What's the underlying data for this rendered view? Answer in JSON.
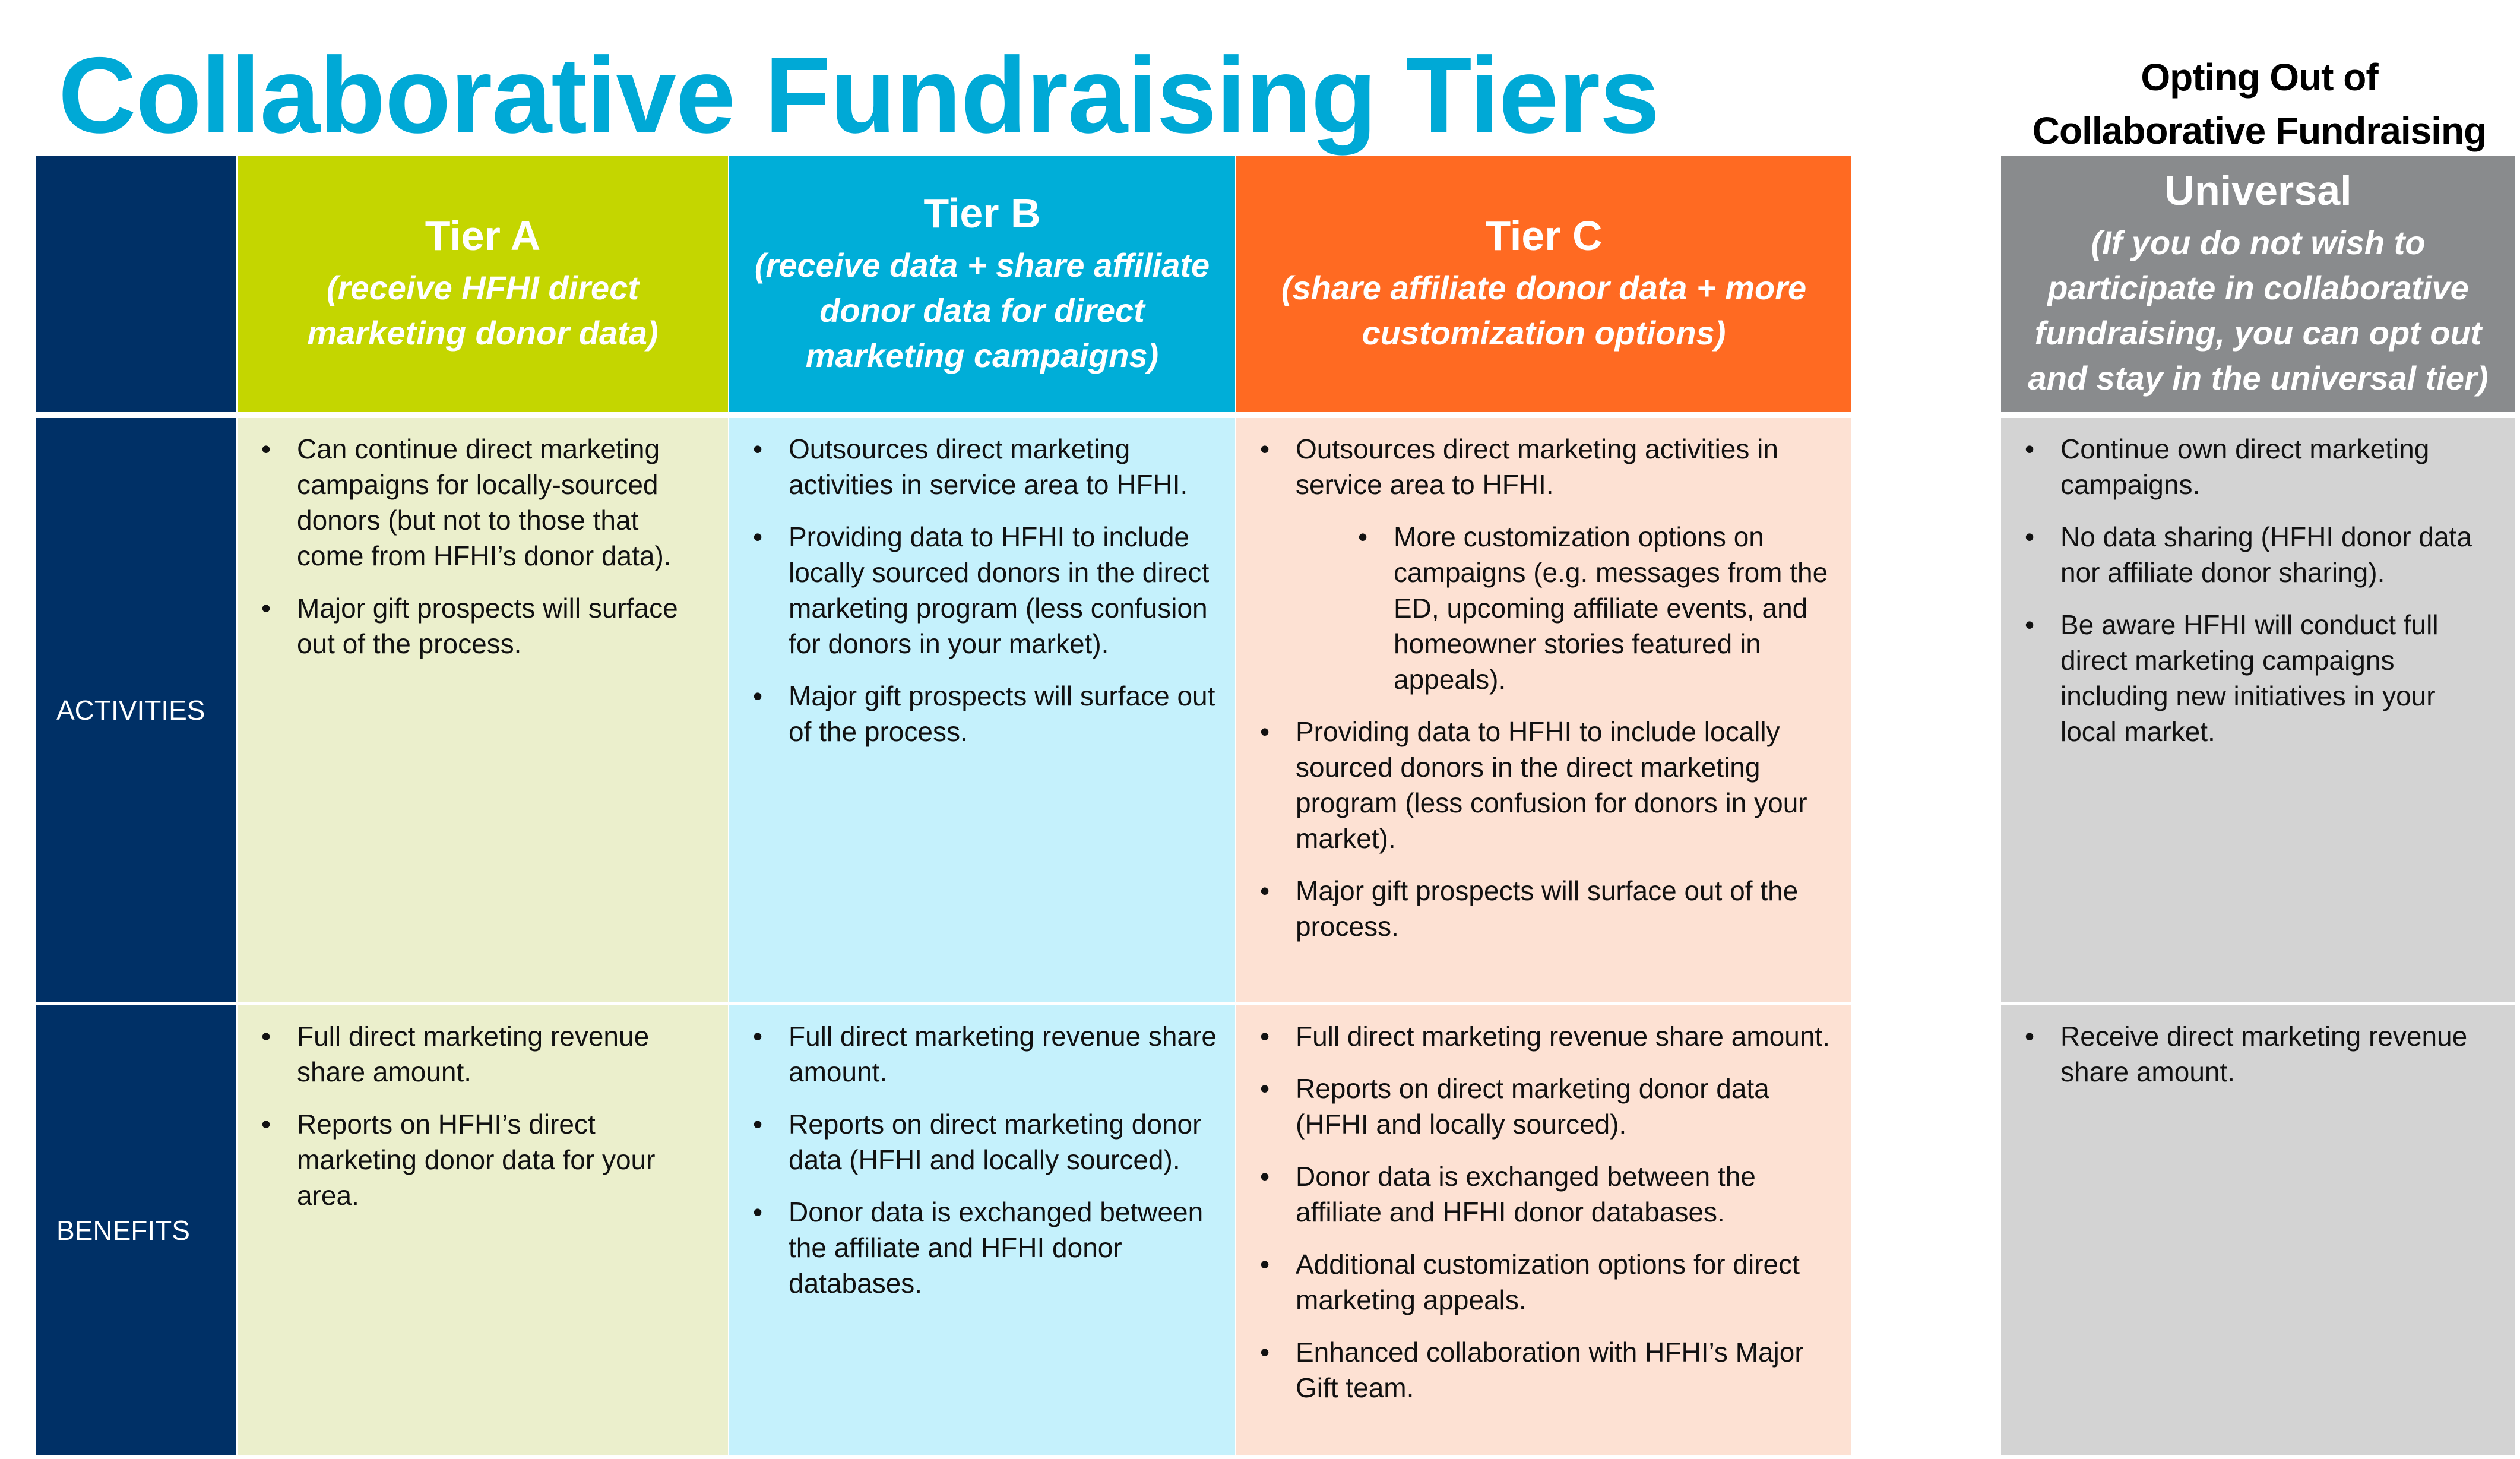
{
  "title": "Collaborative Fundraising Tiers",
  "optout": {
    "line1": "Opting Out of",
    "line2": "Collaborative Fundraising"
  },
  "colors": {
    "navy": "#003066",
    "tier_a": "#C4D600",
    "tier_b": "#00AED8",
    "tier_c": "#FF6A22",
    "universal": "#898B8D"
  },
  "rows": {
    "activities": "ACTIVITIES",
    "benefits": "BENEFITS"
  },
  "tiers": [
    {
      "name": "Tier A",
      "subtitle": "(receive HFHI direct marketing donor data)",
      "activities": [
        "Can continue direct marketing campaigns for locally-sourced donors (but not to those that come from HFHI’s donor data).",
        "Major gift prospects will surface out of the process."
      ],
      "benefits": [
        "Full direct marketing revenue share amount.",
        "Reports on HFHI’s direct marketing donor data for your area."
      ]
    },
    {
      "name": "Tier B",
      "subtitle": "(receive data + share affiliate donor data for direct marketing campaigns)",
      "activities": [
        "Outsources direct marketing activities in service area to HFHI.",
        "Providing data to HFHI to include locally sourced donors in the direct marketing program (less confusion for donors in your market).",
        "Major gift prospects will surface out of the process."
      ],
      "benefits": [
        "Full direct marketing revenue share amount.",
        "Reports on direct marketing donor data (HFHI and locally sourced).",
        "Donor data is exchanged between the affiliate and HFHI donor databases."
      ]
    },
    {
      "name": "Tier C",
      "subtitle": "(share affiliate donor data + more customization options)",
      "activities": [
        "Outsources direct marketing activities in service area to HFHI.",
        "More customization options on campaigns (e.g. messages from the ED, upcoming affiliate events, and homeowner stories featured in appeals).",
        "Providing data to HFHI to include locally sourced donors in the direct marketing program (less confusion for donors in your market).",
        "Major gift prospects will surface out of the process."
      ],
      "benefits": [
        "Full direct marketing revenue share amount.",
        "Reports on direct marketing donor data (HFHI and locally sourced).",
        "Donor data is exchanged between the affiliate and HFHI donor databases.",
        "Additional customization options for direct marketing appeals.",
        "Enhanced collaboration with HFHI’s Major Gift team."
      ]
    },
    {
      "name": "Universal",
      "subtitle": "(If you do not wish to participate in collaborative fundraising, you can opt out and stay in the universal tier)",
      "activities": [
        "Continue own direct marketing campaigns.",
        "No data sharing (HFHI donor data nor affiliate donor sharing).",
        "Be aware HFHI will conduct full direct marketing campaigns including new initiatives in your local market."
      ],
      "benefits": [
        "Receive direct marketing revenue share amount."
      ]
    }
  ]
}
